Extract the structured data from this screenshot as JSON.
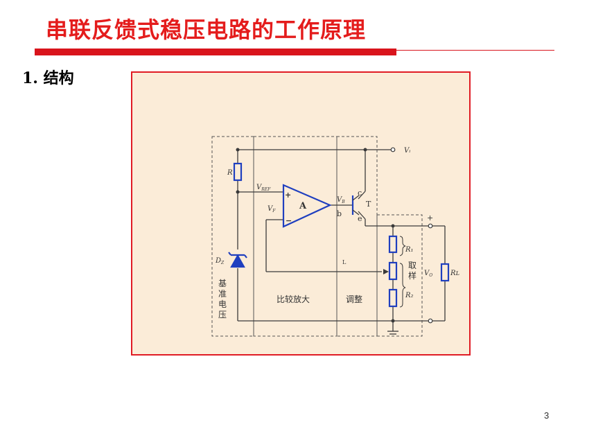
{
  "slide": {
    "title": "串联反馈式稳压电路的工作原理",
    "section_heading": "1. 结构",
    "page_number": "3"
  },
  "circuit": {
    "labels": {
      "vi": "Vᵢ",
      "r": "R",
      "vref": "V",
      "vref_sub": "REF",
      "plus": "+",
      "minus": "−",
      "vf": "V",
      "vf_sub": "F",
      "amp": "A",
      "vb": "V",
      "vb_sub": "B",
      "b": "b",
      "c": "c",
      "e": "e",
      "t": "T",
      "dz": "D",
      "dz_sub": "Z",
      "r1": "R₁",
      "r2": "R₂",
      "rl": "Rʟ",
      "vo": "V",
      "vo_sub": "O",
      "out_plus": "+",
      "mid_l": "L",
      "block_ref": [
        "基",
        "准",
        "电",
        "压"
      ],
      "block_cmp": "比较放大",
      "block_adj": "调整",
      "block_sample": [
        "取",
        "样"
      ]
    },
    "colors": {
      "wire": "#3a3a3a",
      "component": "#1f3fbf",
      "frame": "#e01b24",
      "background": "#fbecd8"
    }
  }
}
